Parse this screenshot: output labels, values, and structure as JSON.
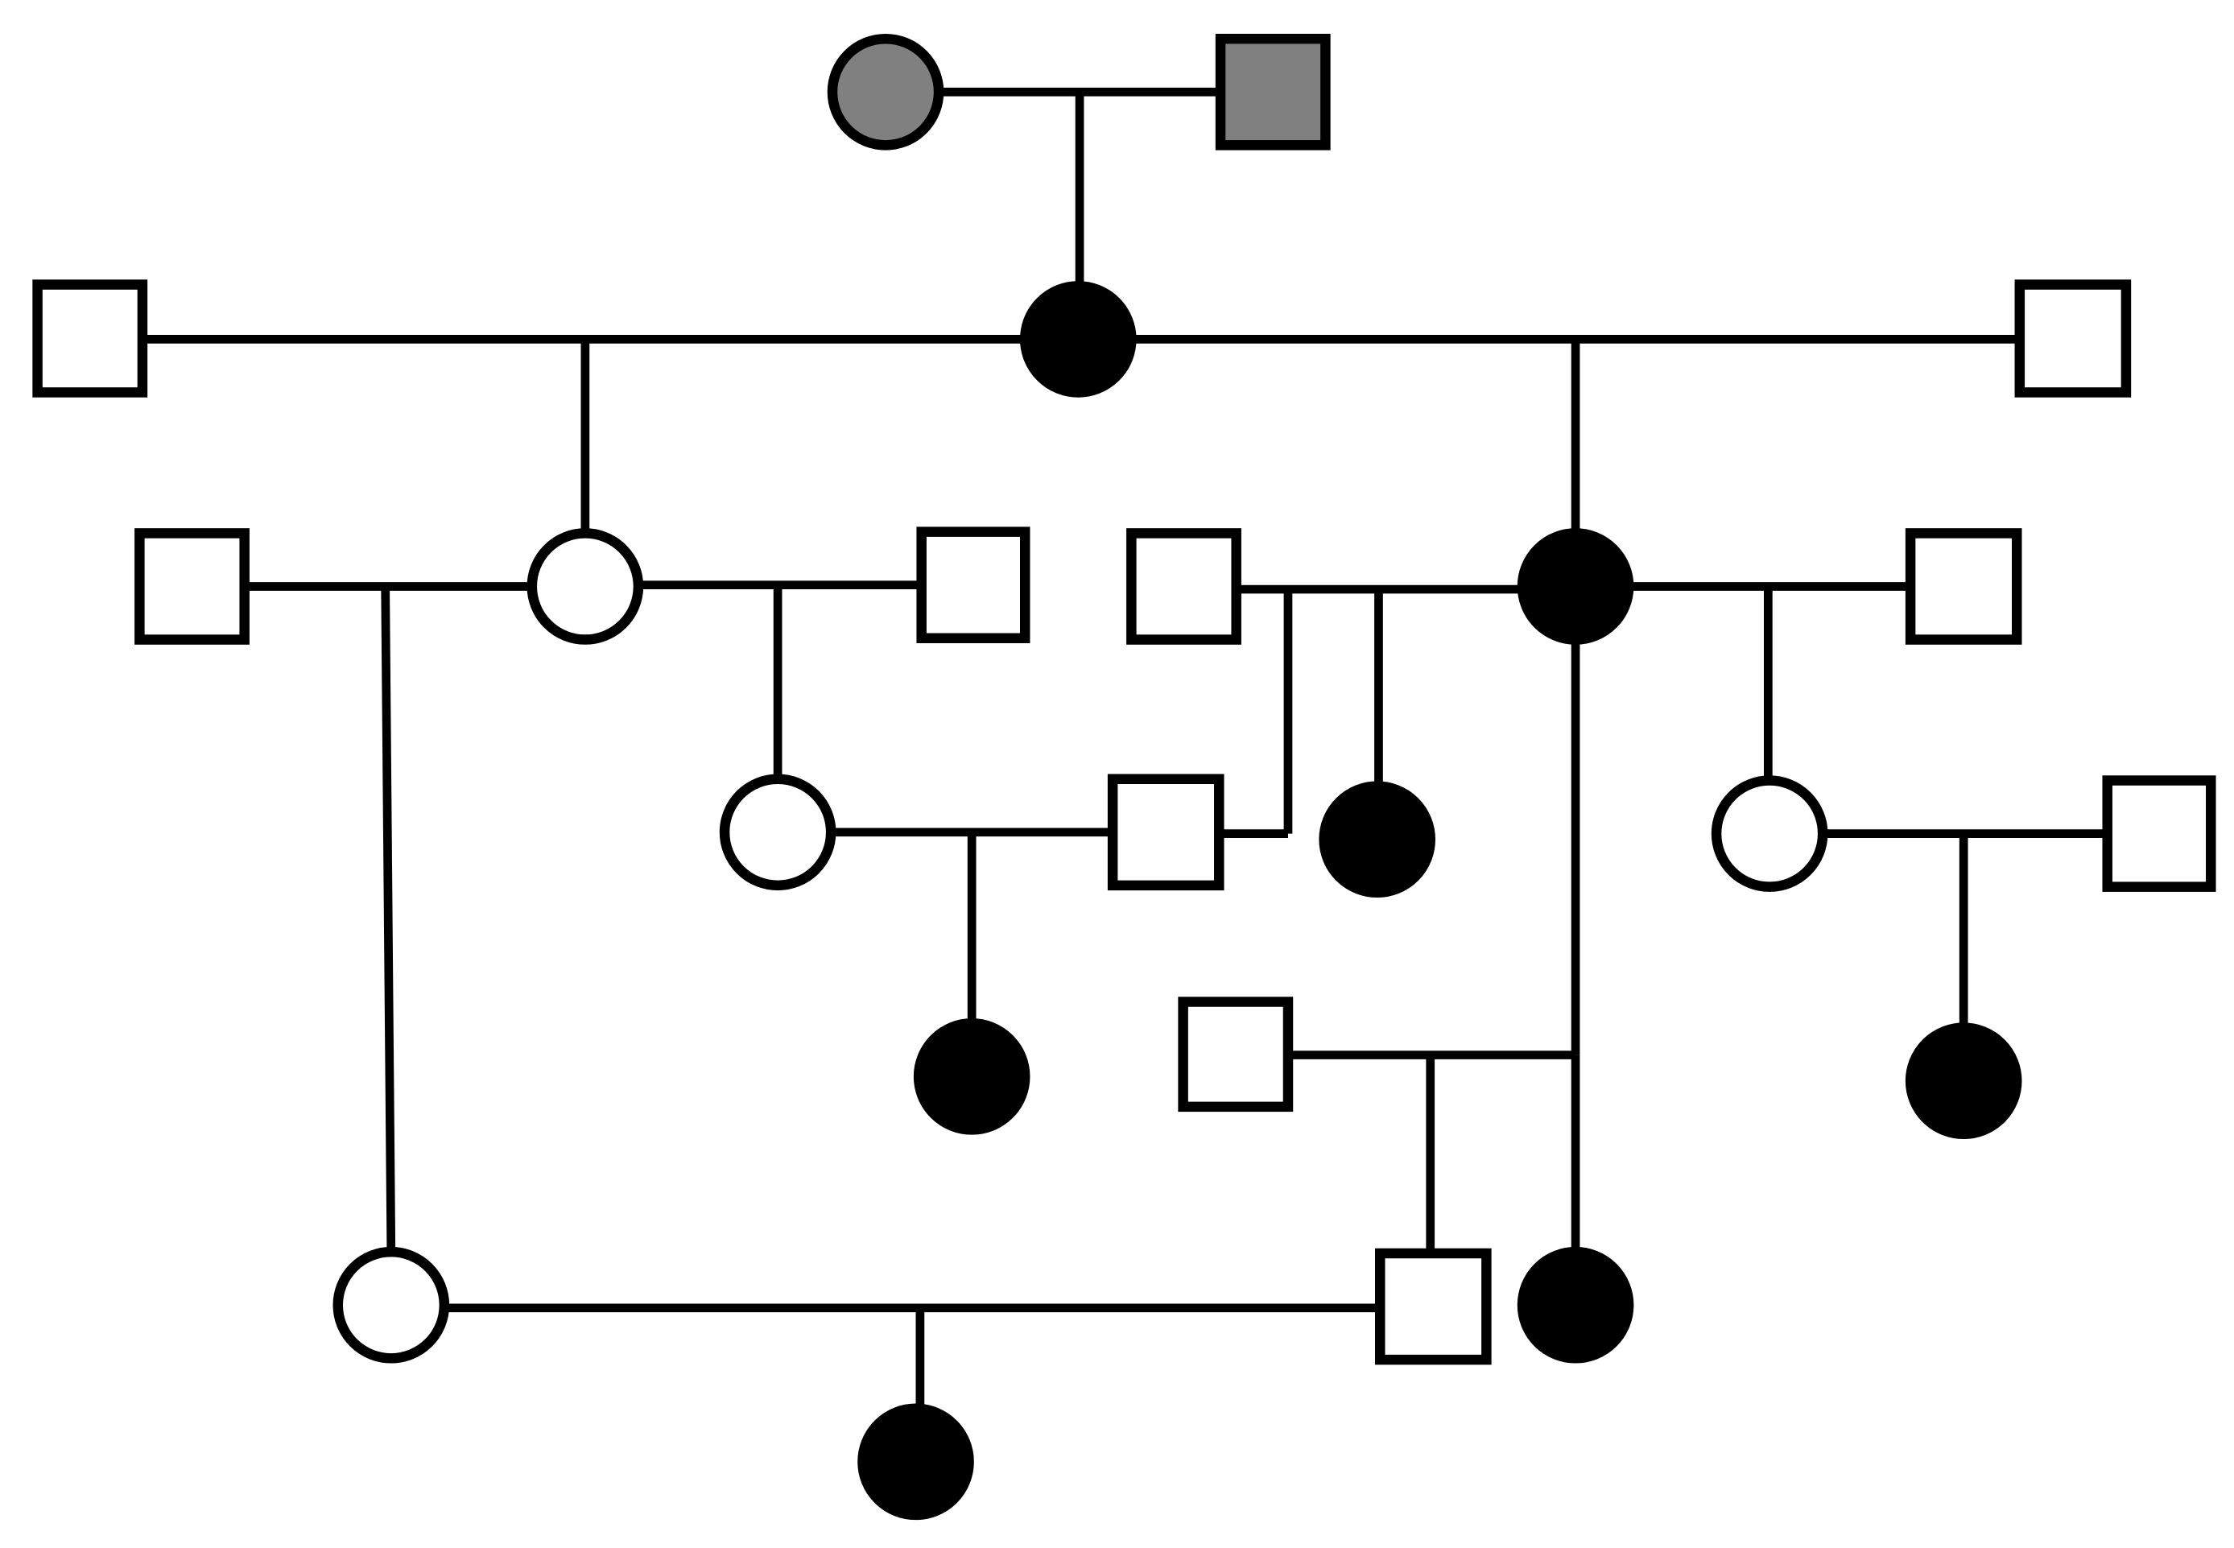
{
  "legend": {
    "affected": "#000000",
    "unaffected": "#ffffff",
    "founder_shaded": "#808080",
    "outline": "#000000"
  },
  "pedigree": {
    "generations": 6,
    "individuals": [
      {
        "id": "g1-female",
        "sex": "female",
        "status": "shaded-grey"
      },
      {
        "id": "g1-male",
        "sex": "male",
        "status": "shaded-grey"
      },
      {
        "id": "g2-male-left",
        "sex": "male",
        "status": "unaffected"
      },
      {
        "id": "g2-female",
        "sex": "female",
        "status": "affected"
      },
      {
        "id": "g2-male-right",
        "sex": "male",
        "status": "unaffected"
      },
      {
        "id": "g3-male-a",
        "sex": "male",
        "status": "unaffected"
      },
      {
        "id": "g3-female-a",
        "sex": "female",
        "status": "unaffected"
      },
      {
        "id": "g3-male-b",
        "sex": "male",
        "status": "unaffected"
      },
      {
        "id": "g3-male-c",
        "sex": "male",
        "status": "unaffected"
      },
      {
        "id": "g3-female-b",
        "sex": "female",
        "status": "affected"
      },
      {
        "id": "g3-male-d",
        "sex": "male",
        "status": "unaffected"
      },
      {
        "id": "g4-female-a",
        "sex": "female",
        "status": "unaffected"
      },
      {
        "id": "g4-male-a",
        "sex": "male",
        "status": "unaffected"
      },
      {
        "id": "g4-female-b",
        "sex": "female",
        "status": "affected"
      },
      {
        "id": "g4-female-c",
        "sex": "female",
        "status": "unaffected"
      },
      {
        "id": "g4-male-b",
        "sex": "male",
        "status": "unaffected"
      },
      {
        "id": "g5-female-a",
        "sex": "female",
        "status": "affected"
      },
      {
        "id": "g5-male-a",
        "sex": "male",
        "status": "unaffected"
      },
      {
        "id": "g5-female-b",
        "sex": "female",
        "status": "affected"
      },
      {
        "id": "g5-male-b",
        "sex": "male",
        "status": "unaffected"
      },
      {
        "id": "g5-female-c",
        "sex": "female",
        "status": "affected"
      },
      {
        "id": "g5-female-d",
        "sex": "female",
        "status": "unaffected"
      },
      {
        "id": "g6-female",
        "sex": "female",
        "status": "affected"
      }
    ]
  }
}
